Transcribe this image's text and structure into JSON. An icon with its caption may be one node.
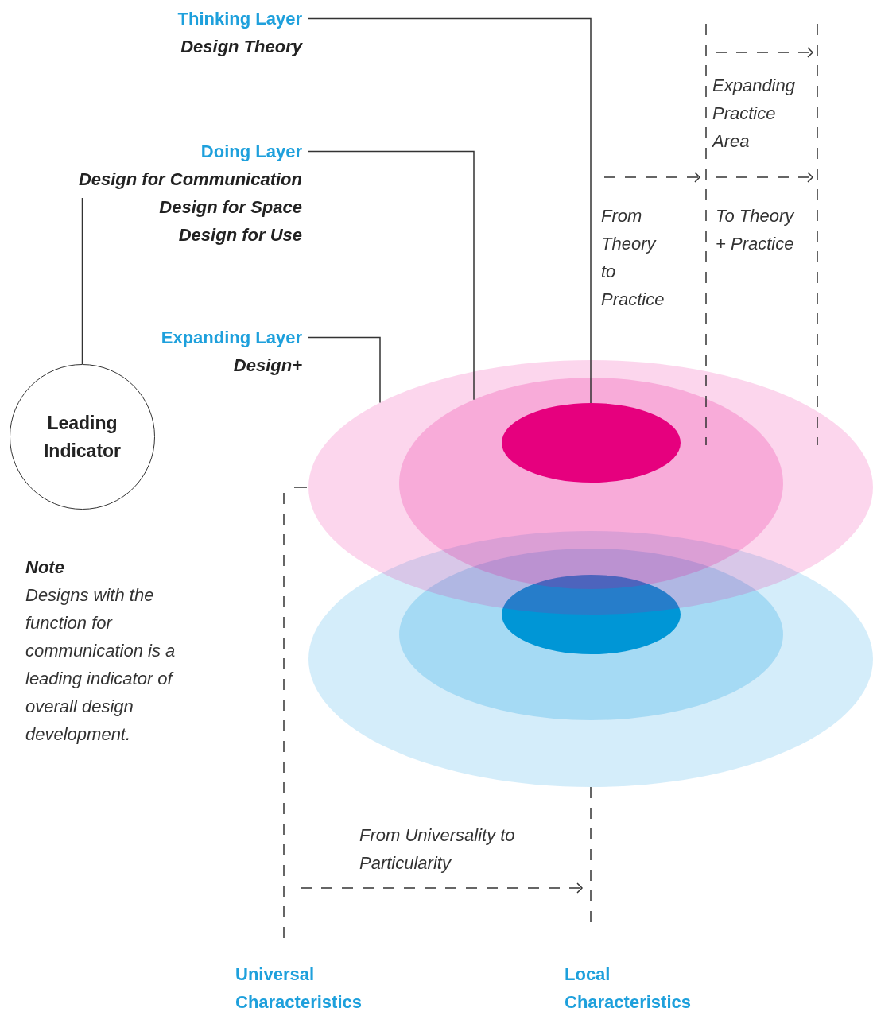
{
  "diagram": {
    "nodes": [
      {
        "text": [
          "Thinking Layer",
          "Design Theory"
        ]
      },
      {
        "text": [
          "Doing Layer",
          "Design for Communication",
          "Design for Space",
          "Design for Use"
        ]
      },
      {
        "text": [
          "Expanding Layer",
          "Design+"
        ]
      },
      {
        "text": [
          "Leading Indicator"
        ]
      },
      {
        "text": [],
        "shape": "ellipse"
      },
      {
        "text": [],
        "shape": "ellipse",
        "in": 4
      },
      {
        "text": [],
        "shape": "ellipse",
        "in": 5
      },
      {
        "text": [],
        "shape": "ellipse"
      },
      {
        "text": [],
        "shape": "ellipse",
        "in": 7
      },
      {
        "text": [],
        "shape": "ellipse",
        "in": 8
      }
    ],
    "edges": [
      {
        "from": 0,
        "to": 6,
        "arrow": "none"
      },
      {
        "from": 1,
        "to": 5,
        "arrow": "none"
      },
      {
        "from": 2,
        "to": 4,
        "arrow": "none"
      },
      {
        "from": 3,
        "to": 1,
        "arrow": "none"
      }
    ],
    "labels": [
      "Expanding Practice Area",
      "From Theory to Practice",
      "To Theory + Practice",
      "Note",
      "Designs with the function for communication is a leading indicator of overall design development.",
      "From Universality to Particularity",
      "Universal Characteristics",
      "Local Characteristics"
    ]
  }
}
